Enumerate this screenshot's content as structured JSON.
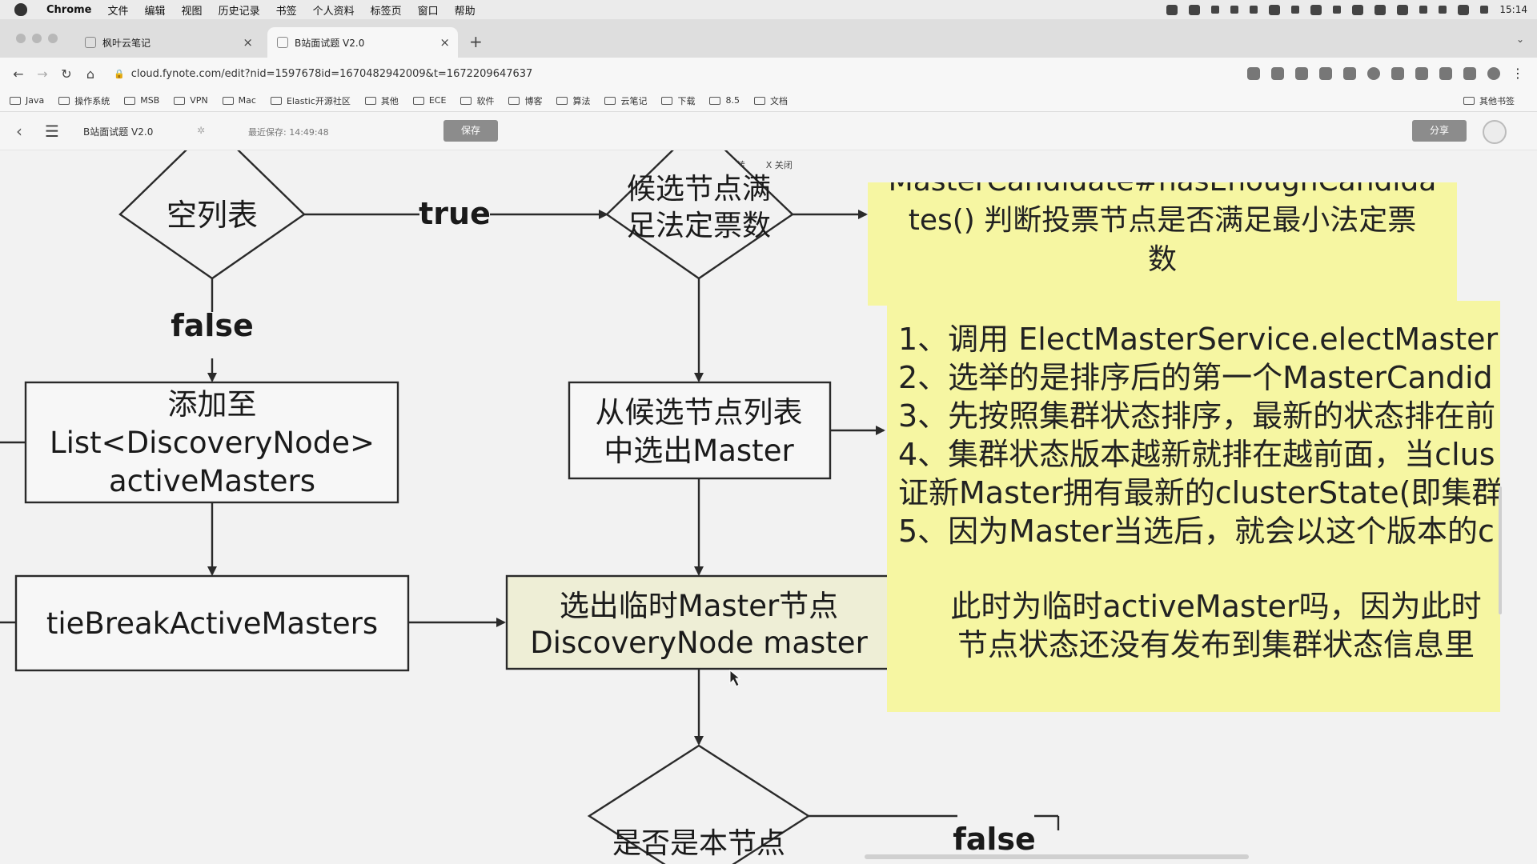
{
  "menubar": {
    "app": "Chrome",
    "items": [
      "文件",
      "编辑",
      "视图",
      "历史记录",
      "书签",
      "个人资料",
      "标签页",
      "窗口",
      "帮助"
    ],
    "clock": "15:14"
  },
  "tabs": [
    {
      "title": "枫叶云笔记"
    },
    {
      "title": "B站面试题 V2.0"
    }
  ],
  "toolbar": {
    "url": "cloud.fynote.com/edit?nid=1597678id=1670482942009&t=1672209647637"
  },
  "bookmarks": [
    "Java",
    "操作系统",
    "MSB",
    "VPN",
    "Mac",
    "Elastic开源社区",
    "其他",
    "ECE",
    "软件",
    "博客",
    "算法",
    "云笔记",
    "下载",
    "8.5",
    "文档"
  ],
  "bookmarks_other": "其他书签",
  "app": {
    "doc_title": "B站面试题 V2.0",
    "saved_status": "最近保存: 14:49:48",
    "save_label": "保存",
    "share_label": "分享"
  },
  "float_toolbar": {
    "rotate": "旋转",
    "close": "关闭"
  },
  "flowchart": {
    "d_empty": "空列表",
    "edge_true": "true",
    "edge_false": "false",
    "d_candidates": [
      "候选节点满",
      "足法定票数"
    ],
    "b_add": [
      "添加至",
      "List<DiscoveryNode>",
      "activeMasters"
    ],
    "b_select": [
      "从候选节点列表",
      "中选出Master"
    ],
    "b_tiebreak": "tieBreakActiveMasters",
    "b_temp_master": [
      "选出临时Master节点",
      "DiscoveryNode master"
    ],
    "d_is_local": "是否是本节点",
    "edge_false_bottom": "false"
  },
  "notes": {
    "note1": [
      "MasterCandidate#hasEnoughCandida",
      "tes() 判断投票节点是否满足最小法定票",
      "数"
    ],
    "note2": [
      "1、调用 ElectMasterService.electMaster",
      "2、选举的是排序后的第一个MasterCandid",
      "3、先按照集群状态排序，最新的状态排在前",
      "4、集群状态版本越新就排在越前面，当clus",
      "证新Master拥有最新的clusterState(即集群",
      "5、因为Master当选后，就会以这个版本的c"
    ],
    "note3": [
      "此时为临时activeMaster吗，因为此时",
      "节点状态还没有发布到集群状态信息里"
    ]
  },
  "colors": {
    "note_bg": "#f6f6a2",
    "highlight_box": "#eeeed6",
    "button_gray": "#8c8c8c"
  }
}
